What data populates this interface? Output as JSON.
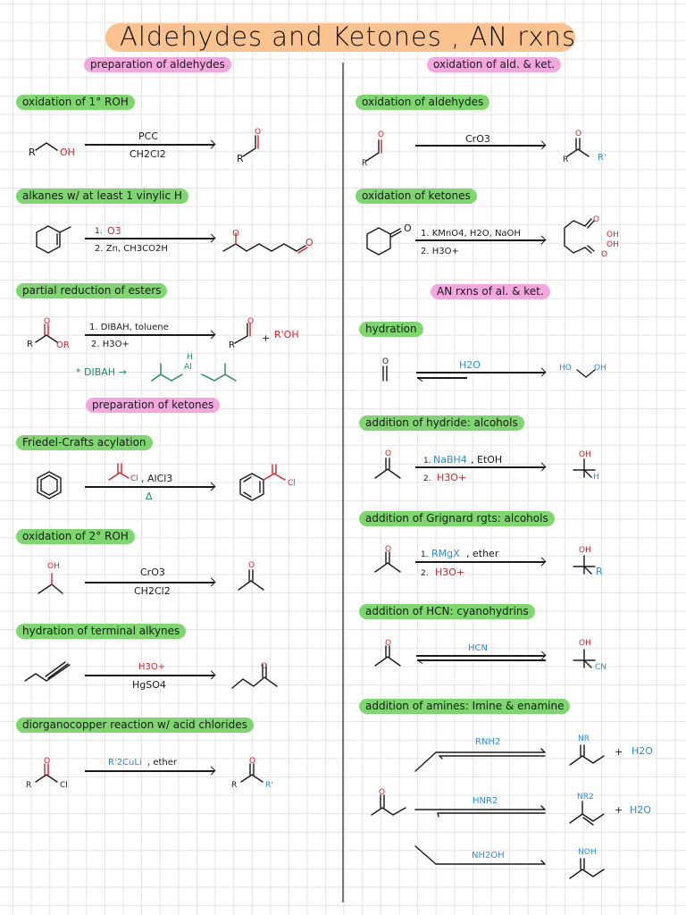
{
  "title": "Aldehydes and Ketones , AN rxns",
  "colors": {
    "title_highlight": "#f9c28f",
    "section_pill": "#f2a7df",
    "reaction_pill": "#7ed66f",
    "red_atom": "#d8232a",
    "blue_reagent": "#2a8de0",
    "teal_note": "#1f8a5c",
    "grid_line": "#e2e2e2"
  },
  "left_column": {
    "section_1": "preparation of aldehydes",
    "reactions": [
      {
        "heading": "oxidation of 1° ROH",
        "reactant_labels": [
          "R",
          "OH"
        ],
        "reagent_above": "PCC",
        "reagent_below": "CH2Cl2",
        "product_labels": [
          "O",
          "R"
        ]
      },
      {
        "heading": "alkanes w/ at least 1 vinylic H",
        "reagent_above_num": "1.",
        "reagent_above": "O3",
        "reagent_below": "2. Zn, CH3CO2H",
        "product_labels": [
          "O",
          "O"
        ]
      },
      {
        "heading": "partial reduction of esters",
        "reactant_labels": [
          "O",
          "R",
          "OR"
        ],
        "reagent_above": "1. DIBAH, toluene",
        "reagent_below": "2. H3O+",
        "product_labels": [
          "O",
          "R"
        ],
        "byproduct_plus": "+",
        "byproduct": "R'OH",
        "note": "* DIBAH →",
        "note_structure_labels": [
          "H",
          "Al"
        ]
      }
    ],
    "section_2": "preparation of ketones",
    "ketone_reactions": [
      {
        "heading": "Friedel-Crafts acylation",
        "reagent_acyl_labels": [
          "O",
          "Cl"
        ],
        "reagent_above": ", AlCl3",
        "reagent_below": "Δ",
        "product_labels": [
          "O",
          "Cl"
        ]
      },
      {
        "heading": "oxidation of 2° ROH",
        "reactant_labels": [
          "OH"
        ],
        "reagent_above": "CrO3",
        "reagent_below": "CH2Cl2",
        "product_labels": [
          "O"
        ]
      },
      {
        "heading": "hydration of terminal alkynes",
        "reagent_above": "H3O+",
        "reagent_below": "HgSO4",
        "product_labels": [
          "O"
        ]
      },
      {
        "heading": "diorganocopper reaction w/ acid chlorides",
        "reactant_labels": [
          "O",
          "R",
          "Cl"
        ],
        "reagent_above_blue": "R'2CuLi",
        "reagent_above": ", ether",
        "product_labels": [
          "O",
          "R",
          "R'"
        ]
      }
    ]
  },
  "right_column": {
    "section_1": "oxidation of ald. & ket.",
    "reactions": [
      {
        "heading": "oxidation of aldehydes",
        "reactant_labels": [
          "O",
          "R"
        ],
        "reagent_above": "CrO3",
        "product_labels": [
          "O",
          "R",
          "R'"
        ]
      },
      {
        "heading": "oxidation of ketones",
        "reactant_labels": [
          "O"
        ],
        "reagent_above": "1. KMnO4, H2O, NaOH",
        "reagent_below": "2. H3O+",
        "product_labels": [
          "O",
          "OH",
          "OH",
          "O"
        ]
      }
    ],
    "section_2": "AN rxns of al. & ket.",
    "an_reactions": [
      {
        "heading": "hydration",
        "reactant_labels": [
          "O"
        ],
        "reagent_above": "H2O",
        "product_labels": [
          "HO",
          "OH"
        ]
      },
      {
        "heading": "addition of hydride: alcohols",
        "reactant_labels": [
          "O"
        ],
        "reagent_above_num": "1.",
        "reagent_above_blue": "NaBH4",
        "reagent_above": ", EtOH",
        "reagent_below_num": "2.",
        "reagent_below_red": "H3O+",
        "product_labels": [
          "OH",
          "H"
        ]
      },
      {
        "heading": "addition of Grignard rgts: alcohols",
        "reactant_labels": [
          "O"
        ],
        "reagent_above_num": "1.",
        "reagent_above_blue": "RMgX",
        "reagent_above": ", ether",
        "reagent_below_num": "2.",
        "reagent_below_red": "H3O+",
        "product_labels": [
          "OH",
          "R"
        ]
      },
      {
        "heading": "addition of HCN: cyanohydrins",
        "reactant_labels": [
          "O"
        ],
        "reagent_above": "HCN",
        "product_labels": [
          "OH",
          "CN"
        ]
      },
      {
        "heading": "addition of amines: Imine & enamine",
        "reactant_labels": [
          "O"
        ],
        "branches": [
          {
            "reagent": "RNH2",
            "product_label": "NR",
            "plus": "+",
            "byproduct": "H2O"
          },
          {
            "reagent": "HNR2",
            "product_label": "NR2",
            "plus": "+",
            "byproduct": "H2O"
          },
          {
            "reagent": "NH2OH",
            "product_label": "NOH"
          }
        ]
      }
    ]
  }
}
